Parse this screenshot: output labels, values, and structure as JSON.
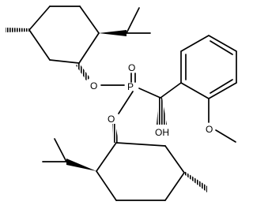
{
  "atoms": {
    "o_upper": "O",
    "o_lower": "O",
    "phosphorus": "P",
    "o_double": "O",
    "hydroxyl": "OH",
    "methoxy": "O"
  }
}
